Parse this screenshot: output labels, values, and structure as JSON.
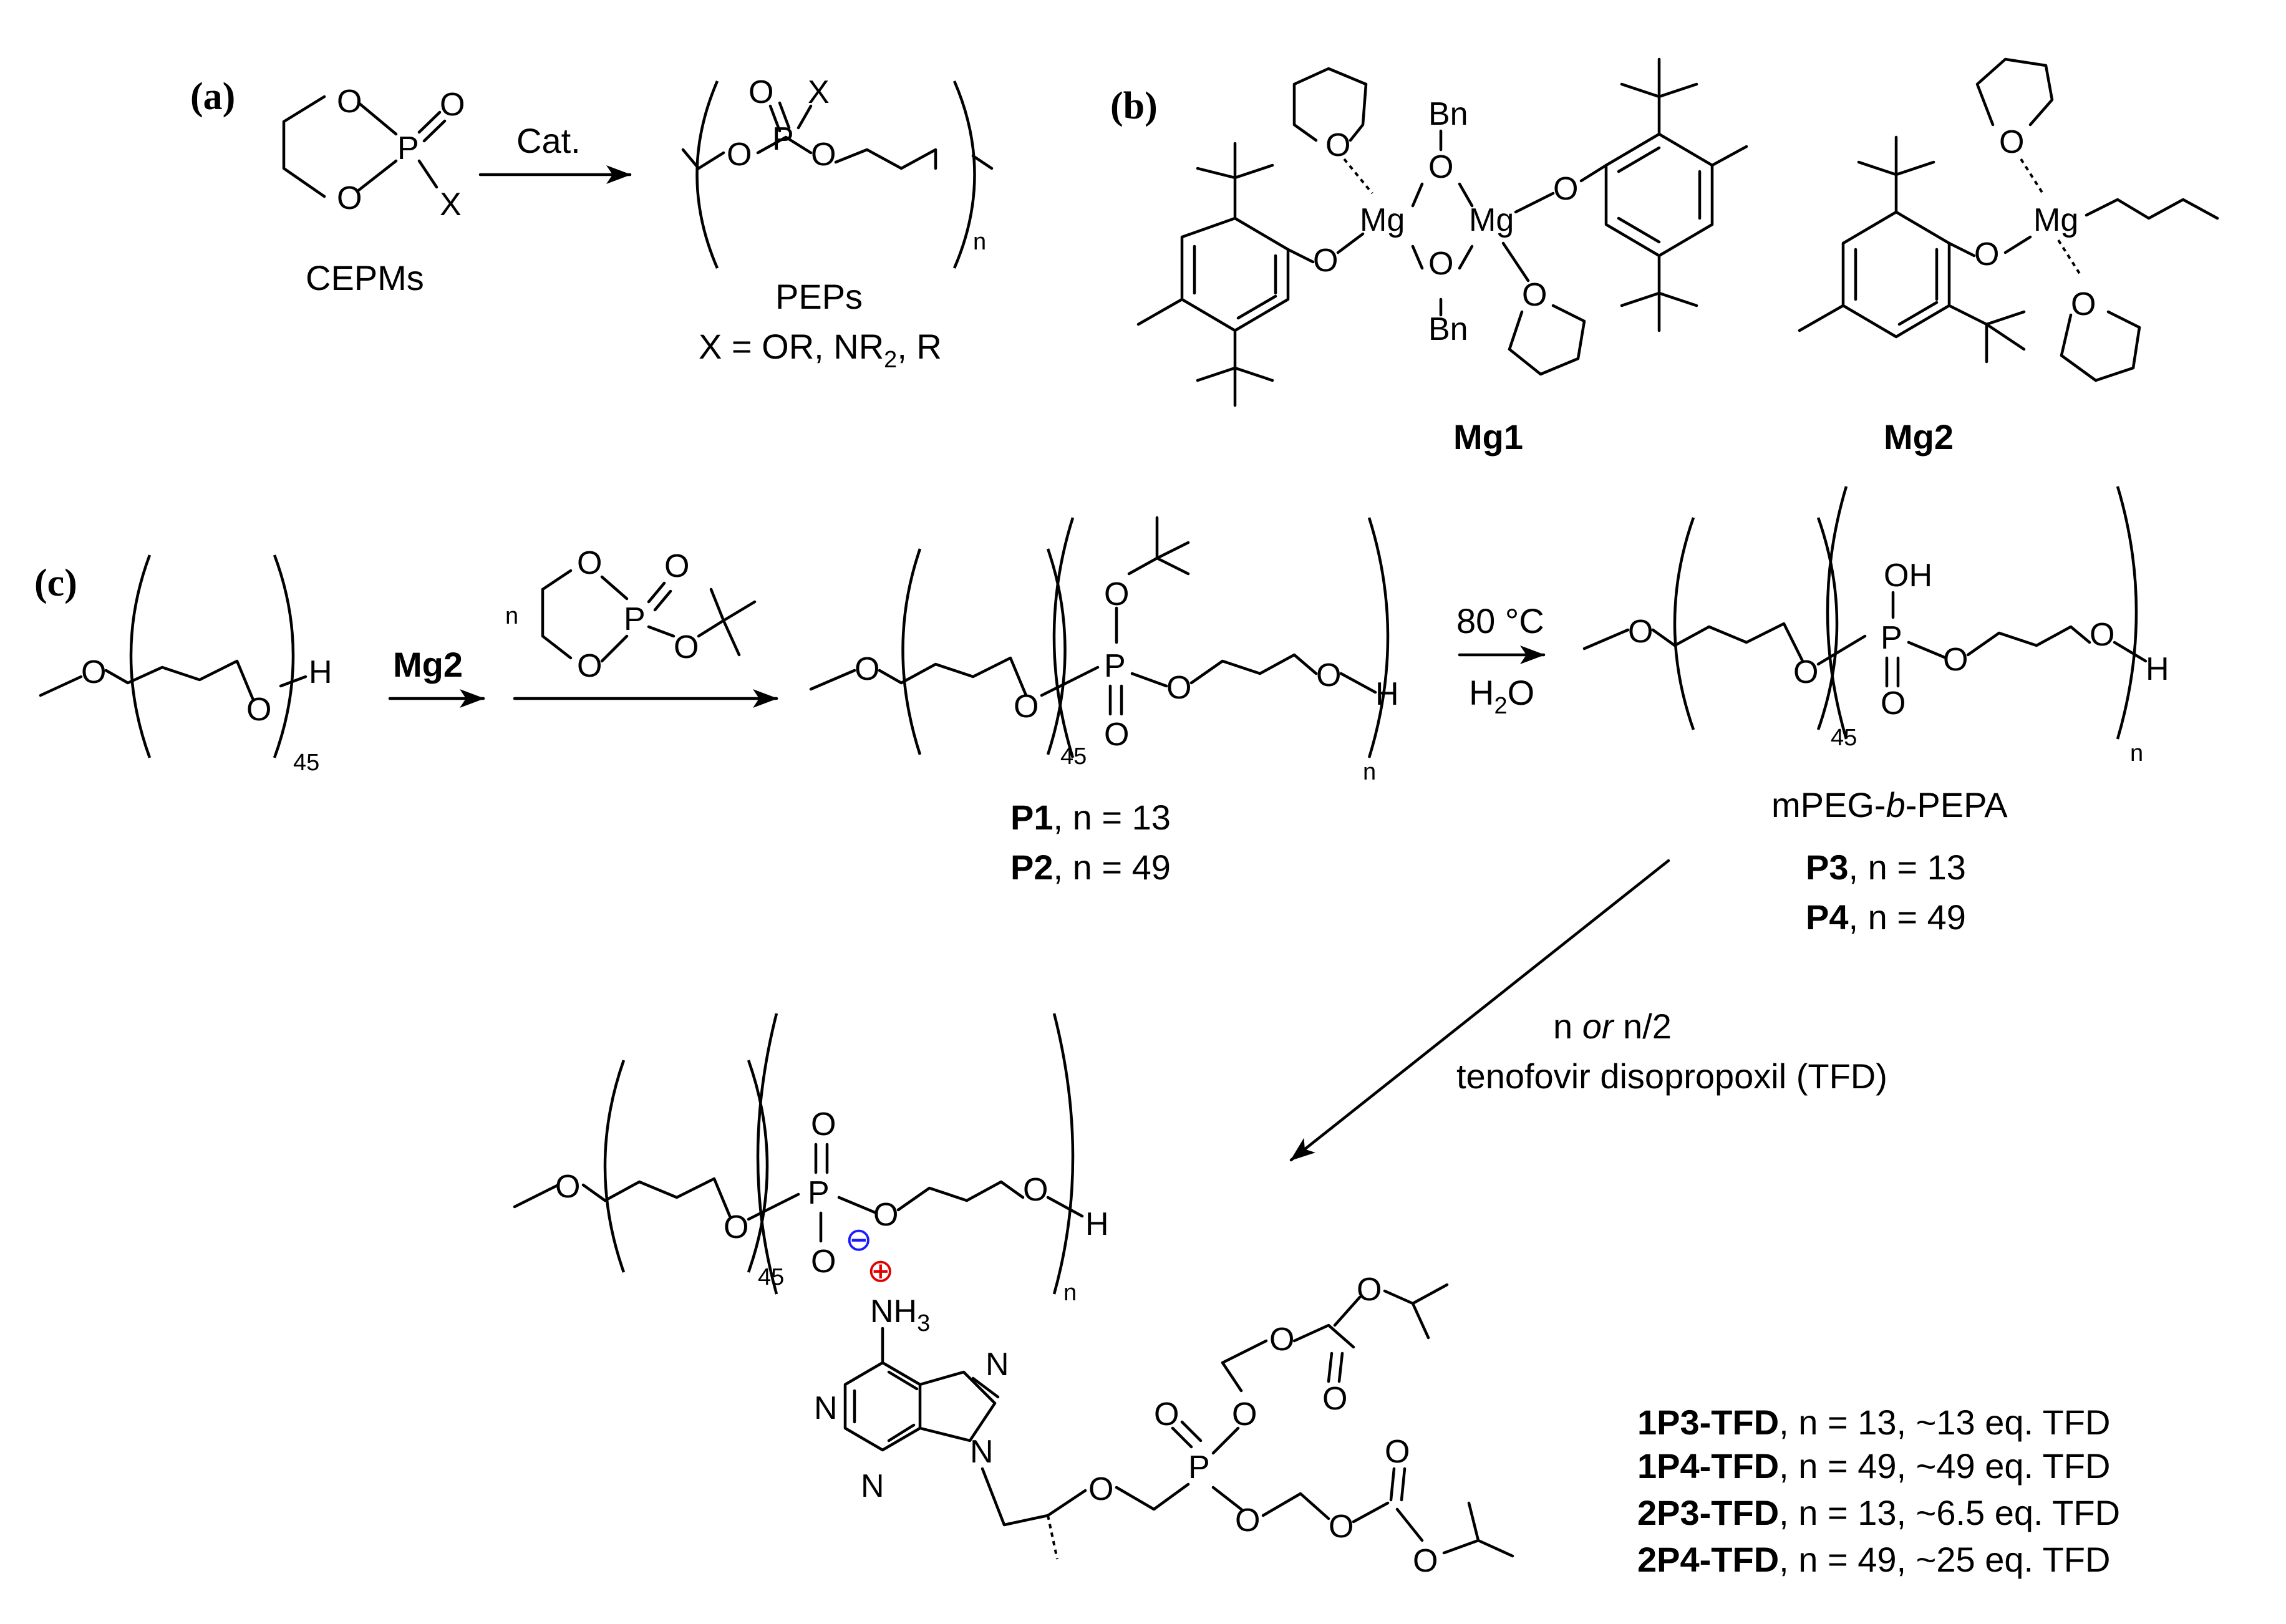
{
  "panels": {
    "a": "(a)",
    "b": "(b)",
    "c": "(c)"
  },
  "atoms": {
    "O": "O",
    "P": "P",
    "X": "X",
    "H": "H",
    "N": "N",
    "Mg": "Mg",
    "Bn": "Bn",
    "OH": "OH",
    "NH3": "NH",
    "three": "3"
  },
  "labels": {
    "cat": "Cat.",
    "cepms": "CEPMs",
    "peps": "PEPs",
    "x_def_pre": "X = OR, NR",
    "x_def_sub": "2",
    "x_def_post": ", R",
    "mg1": "Mg1",
    "mg2": "Mg2",
    "reagent_mg2": "Mg2",
    "n": "n",
    "sub45": "45",
    "temp": "80 °C",
    "h2o_pre": "H",
    "h2o_sub": "2",
    "h2o_post": "O",
    "p1_bold": "P1",
    "p1_rest": ", n = 13",
    "p2_bold": "P2",
    "p2_rest": ", n = 49",
    "mpeg_pre": "mPEG-",
    "mpeg_b": "b",
    "mpeg_post": "-PEPA",
    "p3_bold": "P3",
    "p3_rest": ", n = 13",
    "p4_bold": "P4",
    "p4_rest": ", n = 49",
    "tfd_line1_pre": "n ",
    "tfd_line1_or": "or",
    "tfd_line1_post": " n/2",
    "tfd_line2": "tenofovir disopropoxil (TFD)",
    "minus": "⊖",
    "plus": "⊕"
  },
  "products": [
    {
      "bold": "1P3-TFD",
      "rest": ", n = 13, ~13 eq. TFD"
    },
    {
      "bold": "1P4-TFD",
      "rest": ", n = 49, ~49 eq. TFD"
    },
    {
      "bold": "2P3-TFD",
      "rest": ", n = 13, ~6.5 eq. TFD"
    },
    {
      "bold": "2P4-TFD",
      "rest": ", n = 49, ~25 eq. TFD"
    }
  ],
  "colors": {
    "anion": "#1a1aff",
    "cation": "#e00000"
  }
}
